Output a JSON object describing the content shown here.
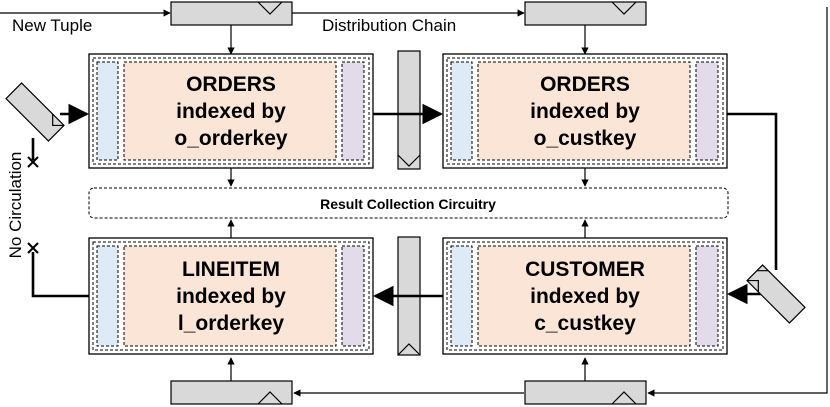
{
  "labels": {
    "new_tuple": "New Tuple",
    "distribution_chain": "Distribution Chain",
    "result_collection": "Result Collection Circuitry",
    "no_circulation": "No Circulation"
  },
  "units": [
    {
      "id": "orders-orderkey",
      "line1": "ORDERS",
      "line2": "indexed by",
      "line3": "o_orderkey"
    },
    {
      "id": "orders-custkey",
      "line1": "ORDERS",
      "line2": "indexed by",
      "line3": "o_custkey"
    },
    {
      "id": "lineitem-orderkey",
      "line1": "LINEITEM",
      "line2": "indexed by",
      "line3": "l_orderkey"
    },
    {
      "id": "customer-custkey",
      "line1": "CUSTOMER",
      "line2": "indexed by",
      "line3": "c_custkey"
    }
  ],
  "colors": {
    "core_fill": "#fbe5d6",
    "left_bar": "#deebf7",
    "right_bar": "#e2dbea",
    "register_fill": "#d9d9d9",
    "outline": "#000000"
  }
}
